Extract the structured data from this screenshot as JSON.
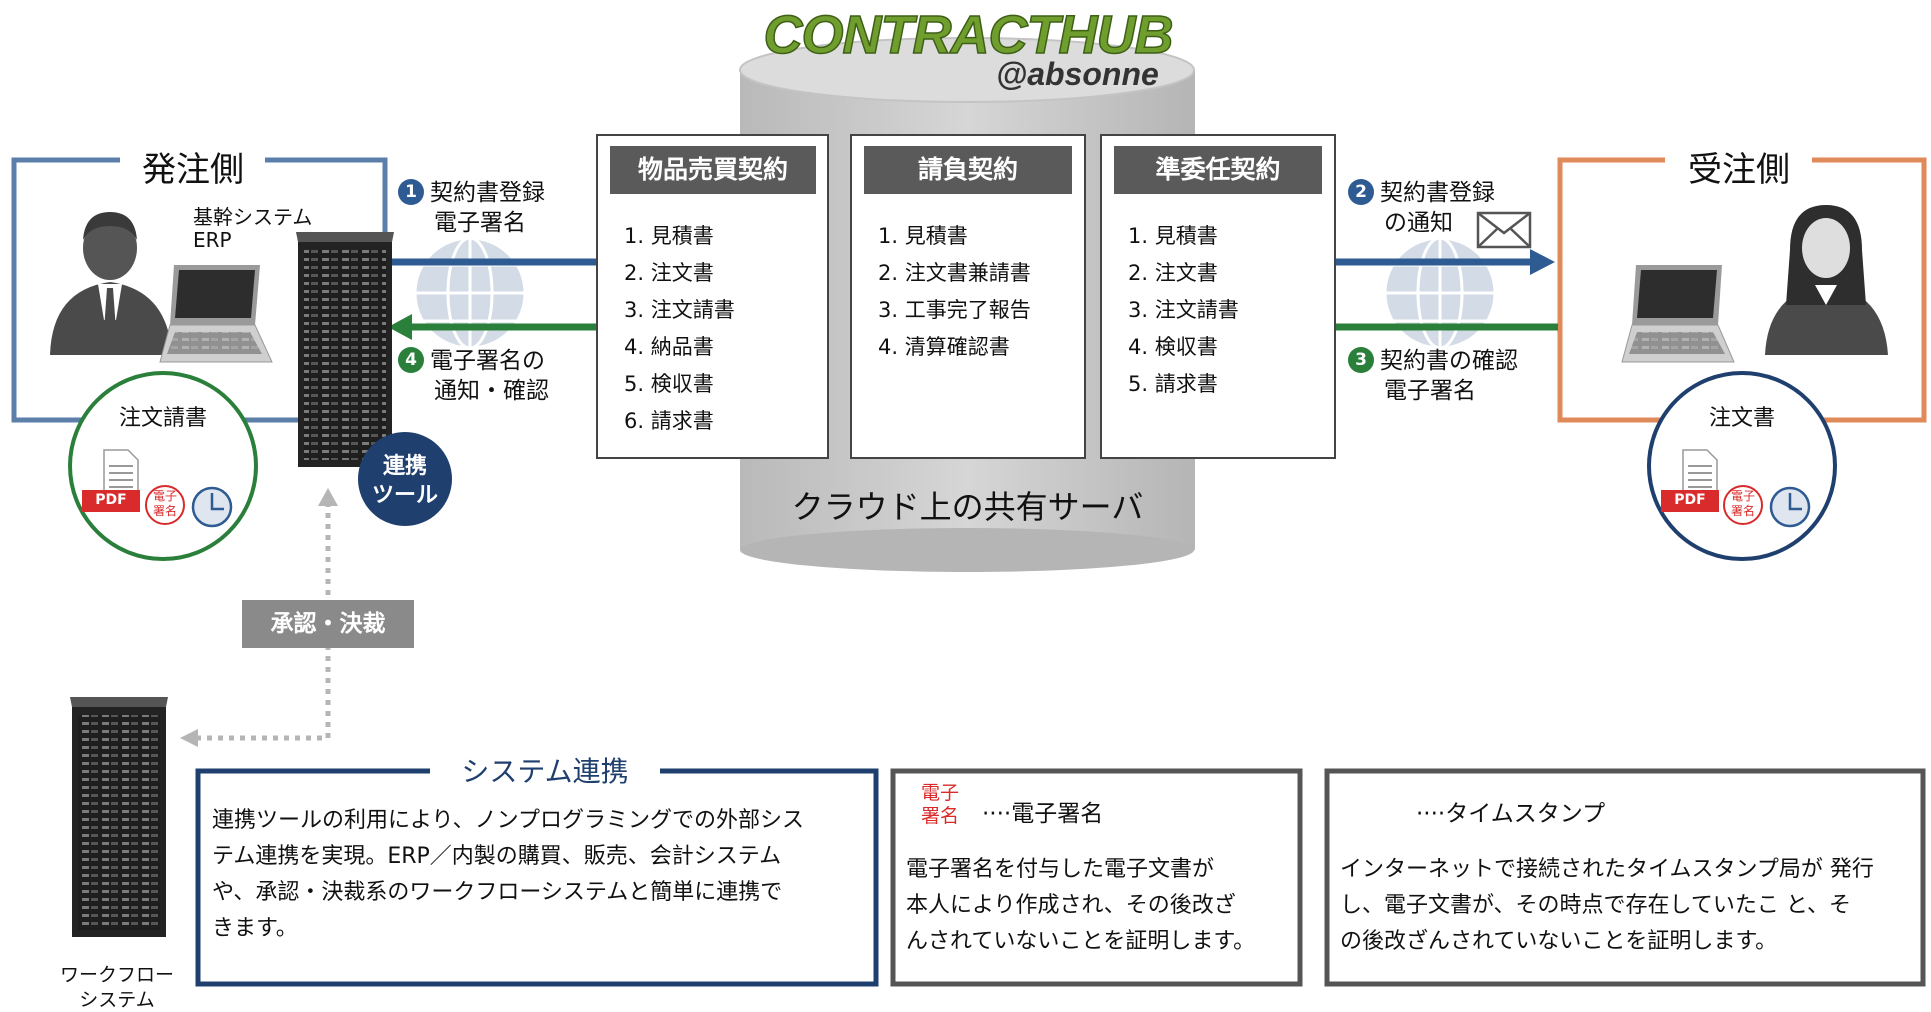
{
  "brand": {
    "logo_main": "CONTRACTHUB",
    "logo_sub": "@absonne",
    "cloud_label": "クラウド上の共有サーバ"
  },
  "orderer": {
    "title": "発注側",
    "system_line1": "基幹システム",
    "system_line2": "ERP",
    "doc_label": "注文請書",
    "tool_line1": "連携",
    "tool_line2": "ツール"
  },
  "receiver": {
    "title": "受注側",
    "doc_label": "注文書"
  },
  "contracts": [
    {
      "title": "物品売買契約",
      "items": [
        "1. 見積書",
        "2. 注文書",
        "3. 注文請書",
        "4. 納品書",
        "5. 検収書",
        "6. 請求書"
      ]
    },
    {
      "title": "請負契約",
      "items": [
        "1. 見積書",
        "2. 注文書兼請書",
        "3. 工事完了報告",
        "4. 清算確認書"
      ]
    },
    {
      "title": "準委任契約",
      "items": [
        "1. 見積書",
        "2. 注文書",
        "3. 注文請書",
        "4. 検収書",
        "5. 請求書"
      ]
    }
  ],
  "steps": [
    {
      "num": "1",
      "line1": "契約書登録",
      "line2": "電子署名"
    },
    {
      "num": "2",
      "line1": "契約書登録",
      "line2": "の通知"
    },
    {
      "num": "3",
      "line1": "契約書の確認",
      "line2": "電子署名"
    },
    {
      "num": "4",
      "line1": "電子署名の",
      "line2": "通知・確認"
    }
  ],
  "workflow": {
    "approval_label": "承認・決裁",
    "label_line1": "ワークフロー",
    "label_line2": "システム"
  },
  "system_link": {
    "title": "システム連携",
    "lines": [
      "連携ツールの利用により、ノンプログラミングでの外部シス",
      "テム連携を実現。ERP／内製の購買、販売、会計システム",
      "や、承認・決裁系のワークフローシステムと簡単に連携で",
      "きます。"
    ]
  },
  "signature_legend": {
    "stamp_top": "電子",
    "stamp_bottom": "署名",
    "title": "····電子署名",
    "lines": [
      "電子署名を付与した電子文書が",
      "本人により作成され、その後改ざ",
      "んされていないことを証明します。"
    ]
  },
  "timestamp_legend": {
    "title": "····タイムスタンプ",
    "lines": [
      "インターネットで接続されたタイムスタンプ局が 発行",
      "し、電子文書が、その時点で存在していたこ と、そ",
      "の後改ざんされていないことを証明します。"
    ]
  },
  "pdf_label": "PDF",
  "icons": [
    "person-male-icon",
    "person-female-icon",
    "laptop-icon",
    "server-rack-icon",
    "globe-icon",
    "envelope-icon",
    "clock-icon",
    "pdf-document-icon",
    "signature-stamp-icon"
  ],
  "colors": {
    "orderer_blue": "#5b7fa8",
    "receiver_orange": "#e08a5a",
    "arrow_blue": "#2f5b93",
    "arrow_green": "#2a7f3a",
    "dark_navy": "#1f3f6e",
    "pdf_red": "#d92b2b"
  }
}
